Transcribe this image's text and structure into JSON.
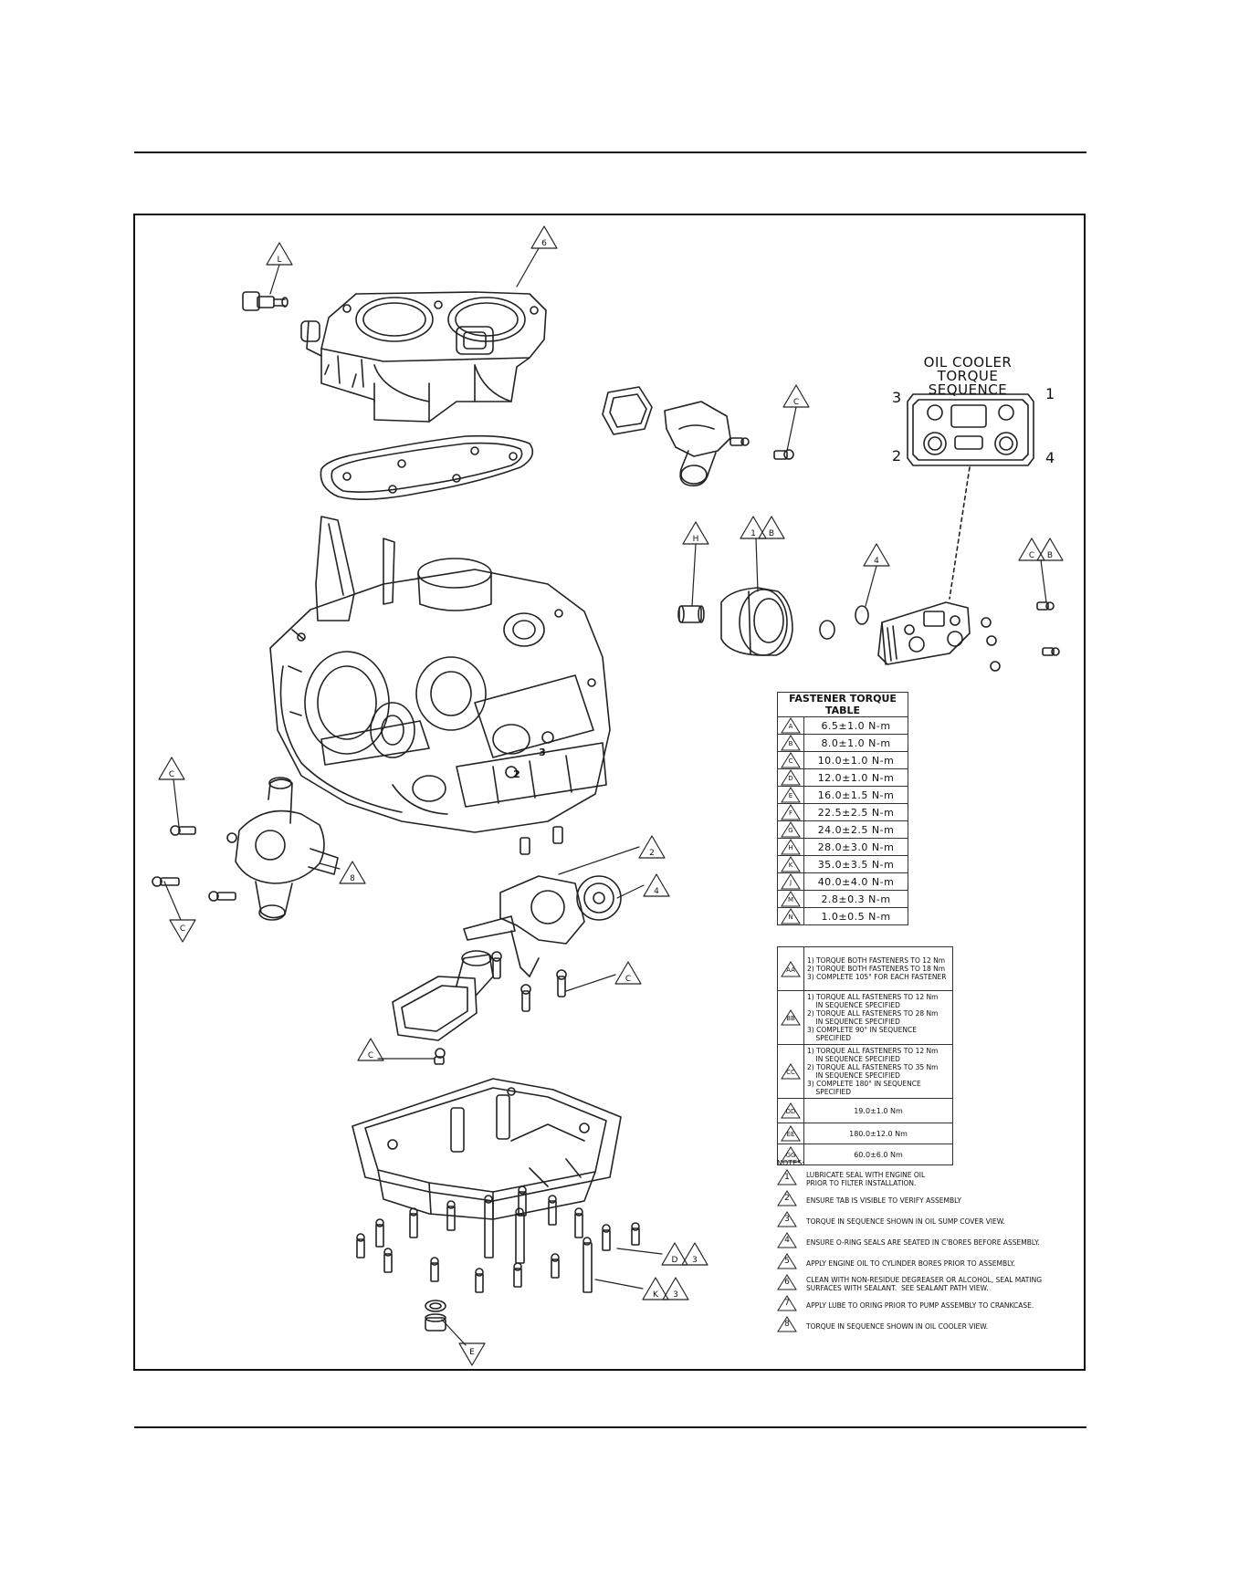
{
  "oil_cooler_view": {
    "title_line1": "OIL COOLER",
    "title_line2": "TORQUE SEQUENCE",
    "sequence_numbers": [
      "1",
      "2",
      "3",
      "4"
    ]
  },
  "callouts": [
    "L",
    "6",
    "C",
    "H",
    "1",
    "B",
    "4",
    "C",
    "B",
    "C",
    "8",
    "C",
    "2",
    "4",
    "C",
    "C",
    "D",
    "3",
    "K",
    "3",
    "E"
  ],
  "engine_marks": [
    "3",
    "2"
  ],
  "torque_table": {
    "title": "FASTENER TORQUE TABLE",
    "rows": [
      {
        "code": "A",
        "value": "6.5±1.0 N-m"
      },
      {
        "code": "B",
        "value": "8.0±1.0 N-m"
      },
      {
        "code": "C",
        "value": "10.0±1.0 N-m"
      },
      {
        "code": "D",
        "value": "12.0±1.0 N-m"
      },
      {
        "code": "E",
        "value": "16.0±1.5 N-m"
      },
      {
        "code": "F",
        "value": "22.5±2.5 N-m"
      },
      {
        "code": "G",
        "value": "24.0±2.5 N-m"
      },
      {
        "code": "H",
        "value": "28.0±3.0 N-m"
      },
      {
        "code": "K",
        "value": "35.0±3.5 N-m"
      },
      {
        "code": "J",
        "value": "40.0±4.0 N-m"
      },
      {
        "code": "M",
        "value": "2.8±0.3 N-m"
      },
      {
        "code": "N",
        "value": "1.0±0.5 N-m"
      }
    ]
  },
  "sequence_table": [
    {
      "code": "AA",
      "lines": [
        "1) TORQUE BOTH FASTENERS TO 12 Nm",
        "2) TORQUE BOTH FASTENERS TO 18 Nm",
        "3) COMPLETE 105° FOR EACH FASTENER"
      ]
    },
    {
      "code": "BB",
      "lines": [
        "1) TORQUE ALL FASTENERS TO 12 Nm",
        "    IN SEQUENCE SPECIFIED",
        "2) TORQUE ALL FASTENERS TO 28 Nm",
        "    IN SEQUENCE SPECIFIED",
        "3) COMPLETE 90° IN SEQUENCE",
        "    SPECIFIED"
      ]
    },
    {
      "code": "CC",
      "lines": [
        "1) TORQUE ALL FASTENERS TO 12 Nm",
        "    IN SEQUENCE SPECIFIED",
        "2) TORQUE ALL FASTENERS TO 35 Nm",
        "    IN SEQUENCE SPECIFIED",
        "3) COMPLETE 180° IN SEQUENCE",
        "    SPECIFIED"
      ]
    },
    {
      "code": "DD",
      "lines": [
        "19.0±1.0 Nm"
      ]
    },
    {
      "code": "EE",
      "lines": [
        "180.0±12.0 Nm"
      ]
    },
    {
      "code": "GG",
      "lines": [
        "60.0±6.0 Nm"
      ]
    }
  ],
  "notes": {
    "title": "NOTES:",
    "items": [
      {
        "num": "1",
        "lines": [
          "LUBRICATE SEAL WITH ENGINE OIL",
          "PRIOR TO FILTER INSTALLATION."
        ]
      },
      {
        "num": "2",
        "lines": [
          "ENSURE TAB IS VISIBLE TO VERIFY ASSEMBLY"
        ]
      },
      {
        "num": "3",
        "lines": [
          "TORQUE IN SEQUENCE SHOWN IN OIL SUMP COVER VIEW."
        ]
      },
      {
        "num": "4",
        "lines": [
          "ENSURE O-RING SEALS ARE SEATED IN C'BORES BEFORE ASSEMBLY."
        ]
      },
      {
        "num": "5",
        "lines": [
          "APPLY ENGINE OIL TO CYLINDER BORES PRIOR TO ASSEMBLY."
        ]
      },
      {
        "num": "6",
        "lines": [
          "CLEAN WITH NON-RESIDUE DEGREASER OR ALCOHOL, SEAL MATING",
          "SURFACES WITH SEALANT.  SEE SEALANT PATH VIEW."
        ]
      },
      {
        "num": "7",
        "lines": [
          "APPLY LUBE TO ORING PRIOR TO PUMP ASSEMBLY TO CRANKCASE."
        ]
      },
      {
        "num": "8",
        "lines": [
          "TORQUE IN SEQUENCE SHOWN IN OIL COOLER VIEW."
        ]
      }
    ]
  }
}
